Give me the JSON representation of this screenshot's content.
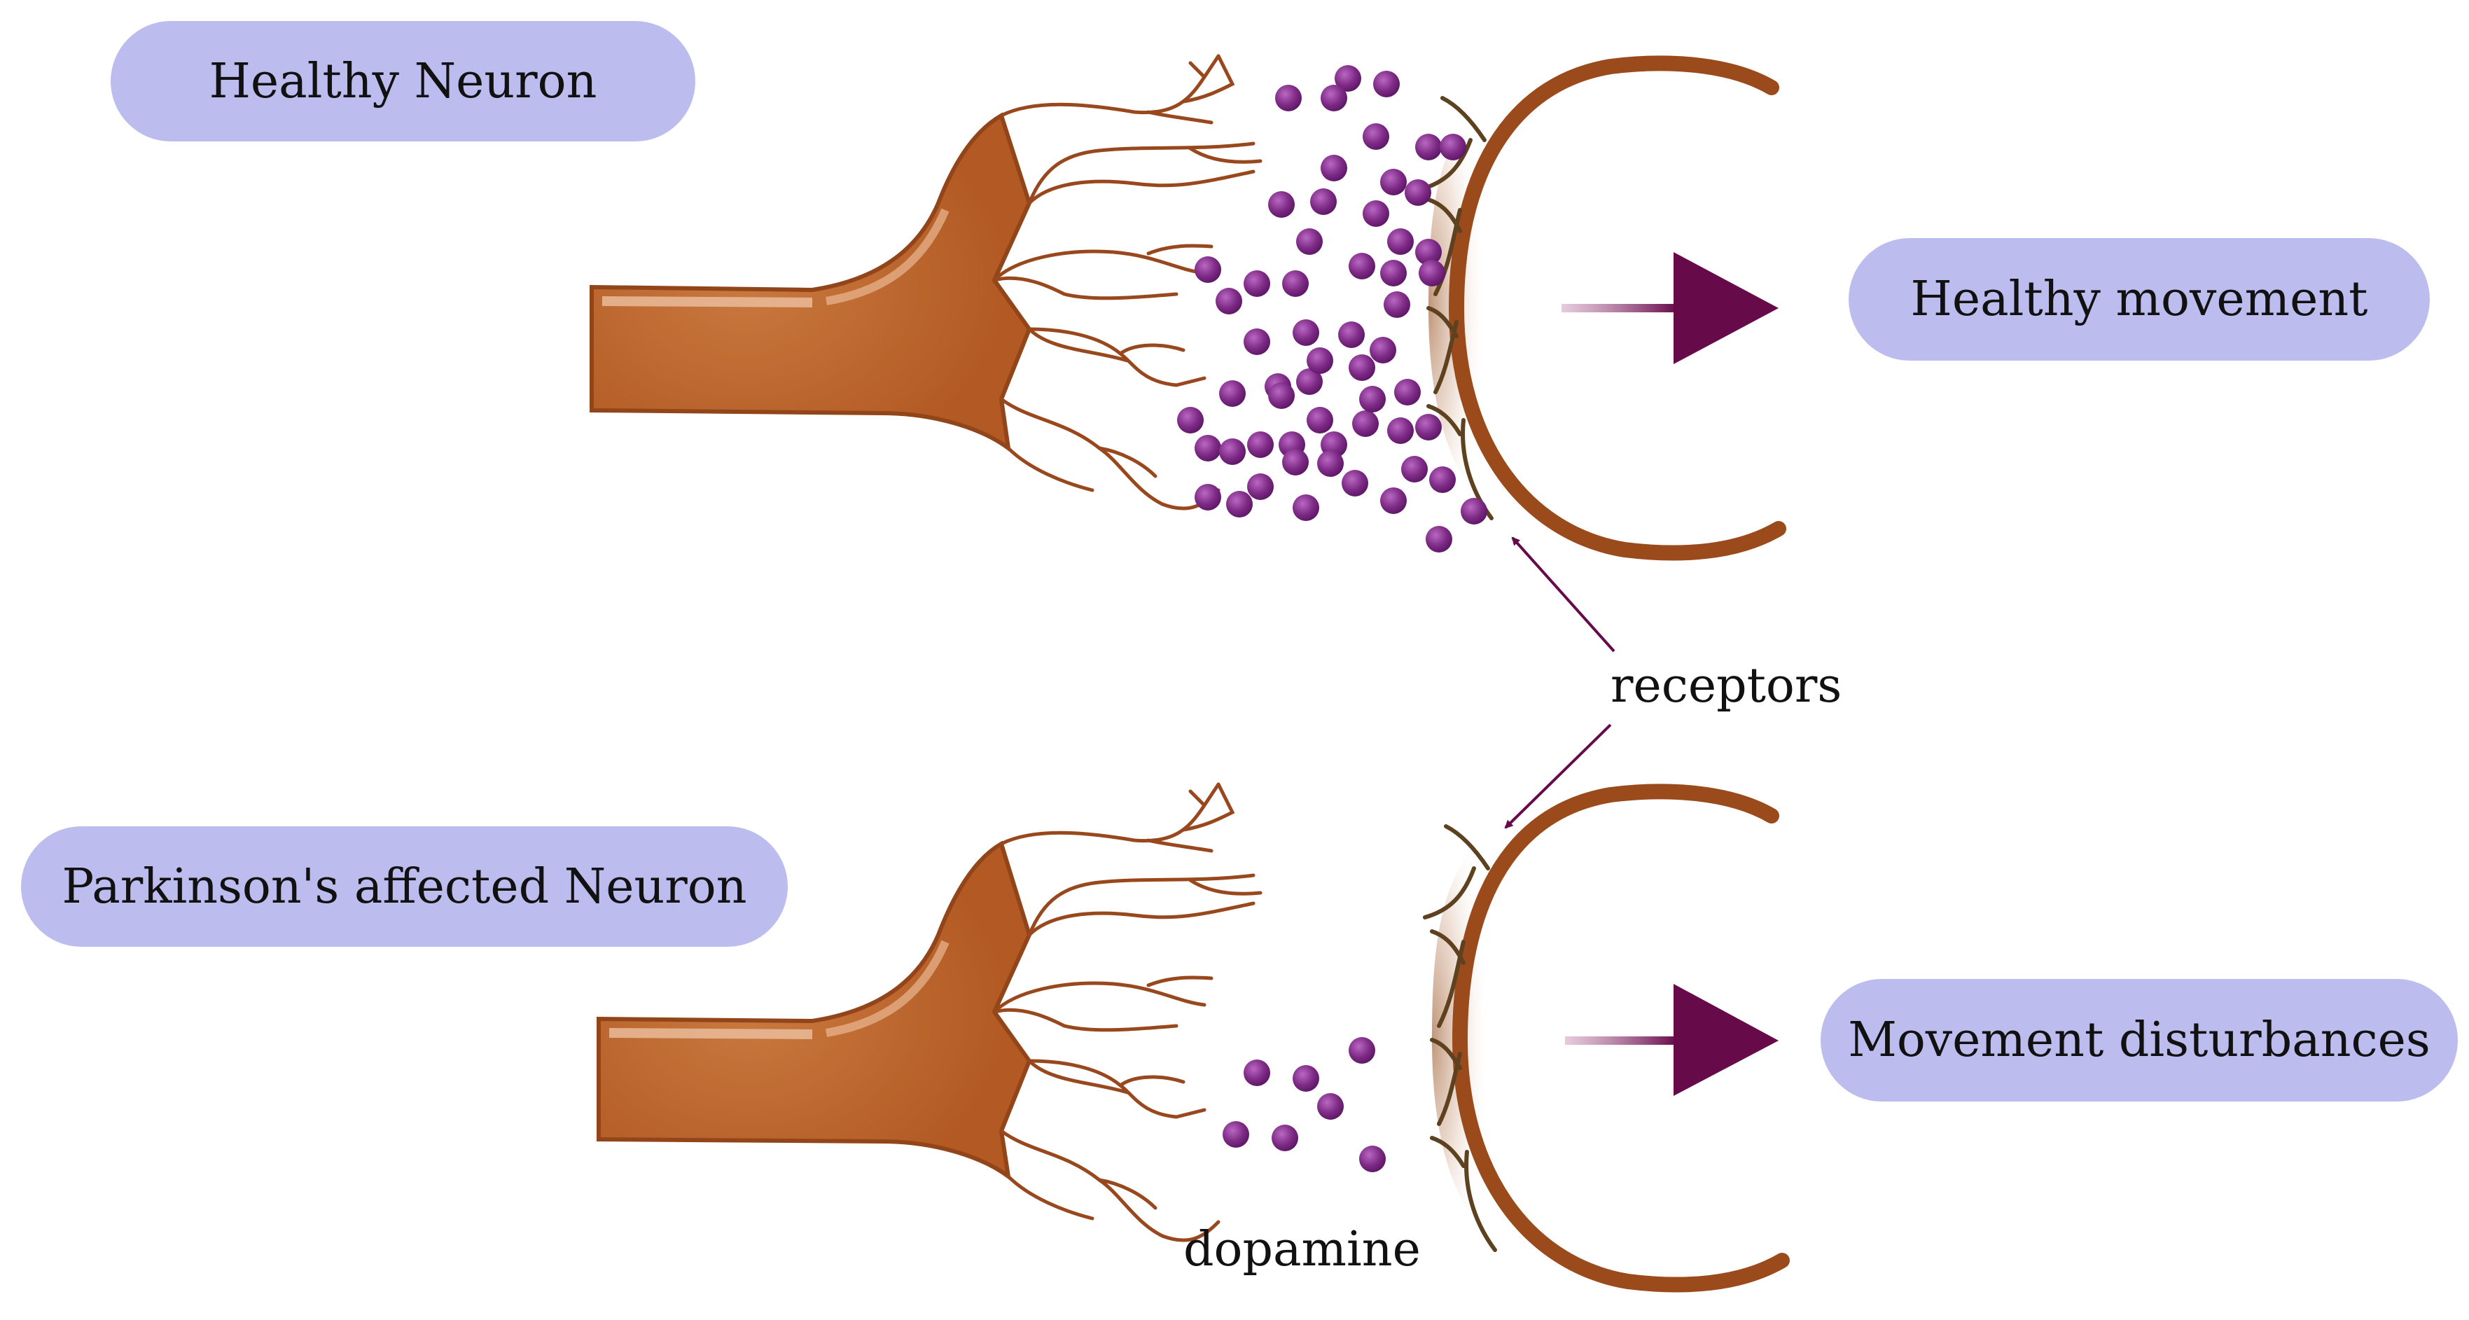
{
  "labels": {
    "healthy_neuron": "Healthy Neuron",
    "healthy_movement": "Healthy movement",
    "parkinsons_neuron": "Parkinson's affected Neuron",
    "movement_disturbances": "Movement disturbances",
    "receptors": "receptors",
    "dopamine": "dopamine"
  },
  "colors": {
    "pill_fill": "#bdbcee",
    "axon_fill": "#b85f2a",
    "axon_highlight": "#e8b493",
    "axon_outline": "#93451a",
    "dendrite_stroke": "#98481c",
    "receptor_stroke": "#5e4220",
    "membrane": "#9b4a1c",
    "dopamine": "#7d2a85",
    "arrow": "#660a4a"
  },
  "dopamine_counts": {
    "healthy": 58,
    "parkinsons": 7
  }
}
